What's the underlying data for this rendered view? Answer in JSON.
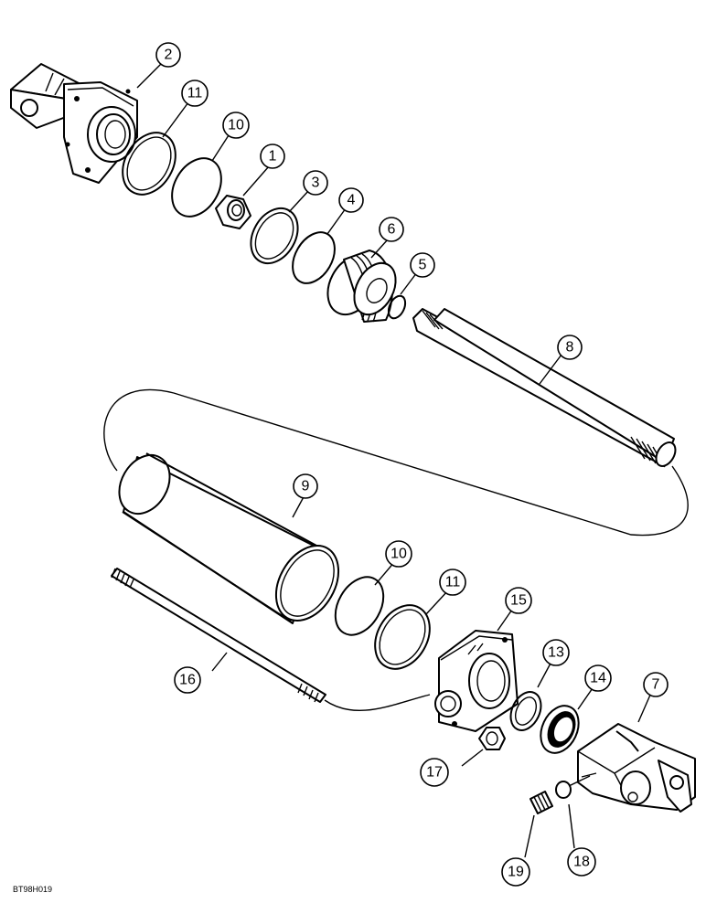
{
  "callouts": {
    "c1": "1",
    "c2": "2",
    "c3": "3",
    "c4": "4",
    "c5": "5",
    "c6": "6",
    "c7": "7",
    "c8": "8",
    "c9": "9",
    "c10a": "10",
    "c10b": "10",
    "c11a": "11",
    "c11b": "11",
    "c13": "13",
    "c14": "14",
    "c15": "15",
    "c16": "16",
    "c17": "17",
    "c18": "18",
    "c19": "19"
  },
  "figure_code": "BT98H019"
}
